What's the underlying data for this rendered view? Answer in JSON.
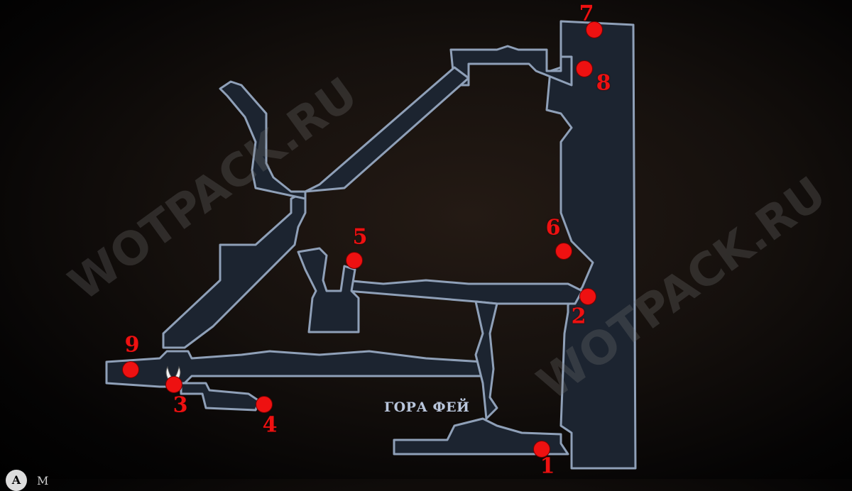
{
  "map": {
    "area_name": "ГОРА ФЕЙ",
    "watermarks": [
      "WOTPACK.RU",
      "WOTPACK.RU"
    ],
    "markers": [
      {
        "label": "1"
      },
      {
        "label": "2"
      },
      {
        "label": "3"
      },
      {
        "label": "4"
      },
      {
        "label": "5"
      },
      {
        "label": "6"
      },
      {
        "label": "7"
      },
      {
        "label": "8"
      },
      {
        "label": "9"
      }
    ],
    "marker_color": "#ee1111",
    "wall_color": "#8fa0b8"
  },
  "footer": {
    "button_glyph": "A",
    "hint_label": "M"
  }
}
